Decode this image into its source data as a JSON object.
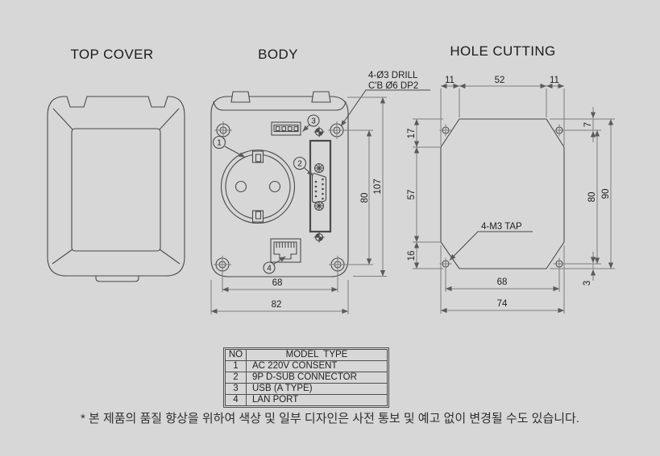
{
  "titles": {
    "top_cover": "TOP COVER",
    "body": "BODY",
    "hole_cutting": "HOLE CUTTING"
  },
  "body_view": {
    "marker_1": "1",
    "marker_2": "2",
    "marker_3": "3",
    "marker_4": "4",
    "drill_note_line1": "4-Ø3 DRILL",
    "drill_note_line2": "C'B Ø6 DP2",
    "dim_screw_height": "80",
    "dim_total_height": "107",
    "dim_screw_width": "68",
    "dim_total_width": "82"
  },
  "hole_cutting_view": {
    "tap_note": "4-M3 TAP",
    "dim_top_left": "11",
    "dim_top_center": "52",
    "dim_top_right": "11",
    "dim_left_top": "17",
    "dim_left_middle": "57",
    "dim_left_bottom": "16",
    "dim_right_top": "7",
    "dim_right_screws": "80",
    "dim_right_total": "90",
    "dim_bottom_screws": "68",
    "dim_bottom_total": "74",
    "dim_bottom_offset": "3"
  },
  "legend_table": {
    "headers": [
      "NO",
      "MODEL  TYPE"
    ],
    "rows": [
      [
        "1",
        "AC 220V CONSENT"
      ],
      [
        "2",
        "9P D-SUB CONNECTOR"
      ],
      [
        "3",
        "USB (A TYPE)"
      ],
      [
        "4",
        "LAN PORT"
      ]
    ]
  },
  "footnote": "* 본 제품의 품질 향상을 위하여 색상 및 일부 디자인은 사전 통보 및 예고 없이 변경될 수도 있습니다.",
  "colors": {
    "background": "#d7d7d7",
    "outline": "#4a4a4a",
    "dimension": "#7e7e7e",
    "text": "#1f1f1f"
  }
}
